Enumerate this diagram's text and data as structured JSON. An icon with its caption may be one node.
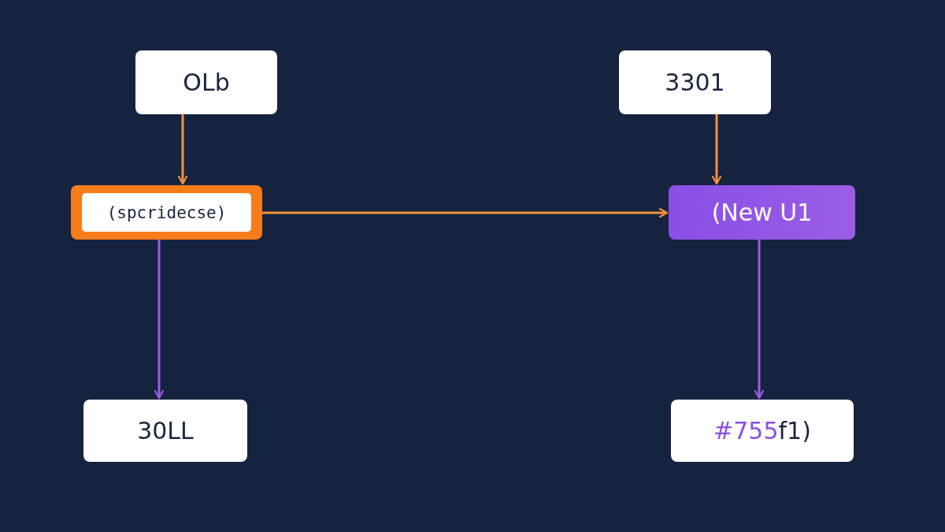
{
  "diagram": {
    "nodes": [
      {
        "text": [
          "OLb"
        ]
      },
      {
        "text": [
          "(spcridecse)"
        ]
      },
      {
        "text": [
          "30LL"
        ]
      },
      {
        "text": [
          "3301"
        ]
      },
      {
        "text": [
          "(New U1"
        ]
      },
      {
        "text": [
          "#755f1)"
        ]
      }
    ],
    "edges": [
      {
        "from": 0,
        "to": 1,
        "arrow": "to"
      },
      {
        "from": 1,
        "to": 4,
        "arrow": "to"
      },
      {
        "from": 1,
        "to": 2,
        "arrow": "to",
        "color": "#9b5de5"
      },
      {
        "from": 3,
        "to": 4,
        "arrow": "to"
      },
      {
        "from": 4,
        "to": 5,
        "arrow": "to",
        "color": "#9b5de5"
      }
    ]
  }
}
